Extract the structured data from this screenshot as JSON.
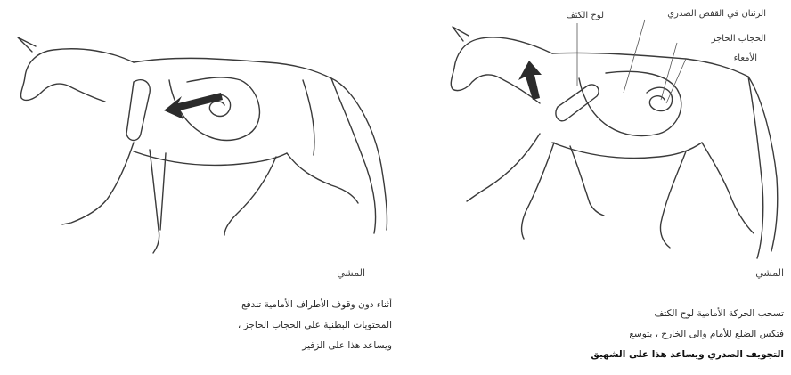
{
  "left_panel": {
    "title": "المشي",
    "lines": [
      "أثناء دون وقوف الأطراف الأمامية تندفع",
      "المحتويات البطنية على الحجاب الحاجز ،",
      "ويساعد هذا على الزفير"
    ]
  },
  "right_panel": {
    "title": "المشي",
    "labels": {
      "shoulder_blade": "لوح الكتف",
      "lungs": "الرئتان في القفص الصدري",
      "diaphragm": "الحجاب الحاجز",
      "intestines": "الأمعاء"
    },
    "lines": [
      "تسحب الحركة الأمامية لوح الكتف",
      "فتكس الضلع للأمام والى الخارج ، يتوسع",
      "التجويف الصدري ويساعد هذا على الشهيق"
    ]
  },
  "colors": {
    "line_art": "#3a3a3a",
    "arrow": "#2b2b2b",
    "text": "#2a2a2a"
  }
}
